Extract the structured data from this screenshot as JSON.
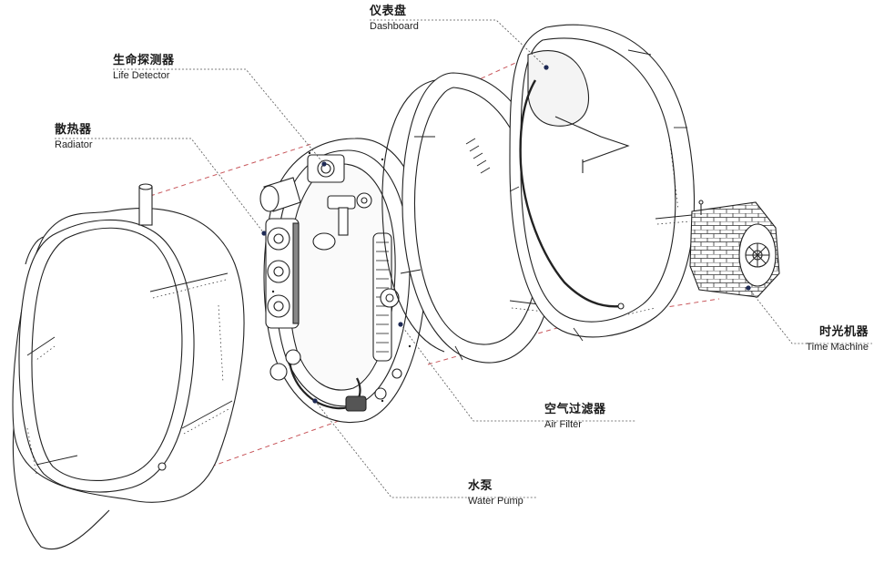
{
  "colors": {
    "line": "#222222",
    "leader": "#555555",
    "dash": "#c8565b",
    "fill": "#ffffff"
  },
  "labels": {
    "dashboard": {
      "zh": "仪表盘",
      "en": "Dashboard"
    },
    "life_detector": {
      "zh": "生命探测器",
      "en": "Life Detector"
    },
    "radiator": {
      "zh": "散热器",
      "en": "Radiator"
    },
    "time_machine": {
      "zh": "时光机器",
      "en": "Time Machine"
    },
    "air_filter": {
      "zh": "空气过滤器",
      "en": "Air Filter"
    },
    "water_pump": {
      "zh": "水泵",
      "en": "Water Pump"
    }
  }
}
